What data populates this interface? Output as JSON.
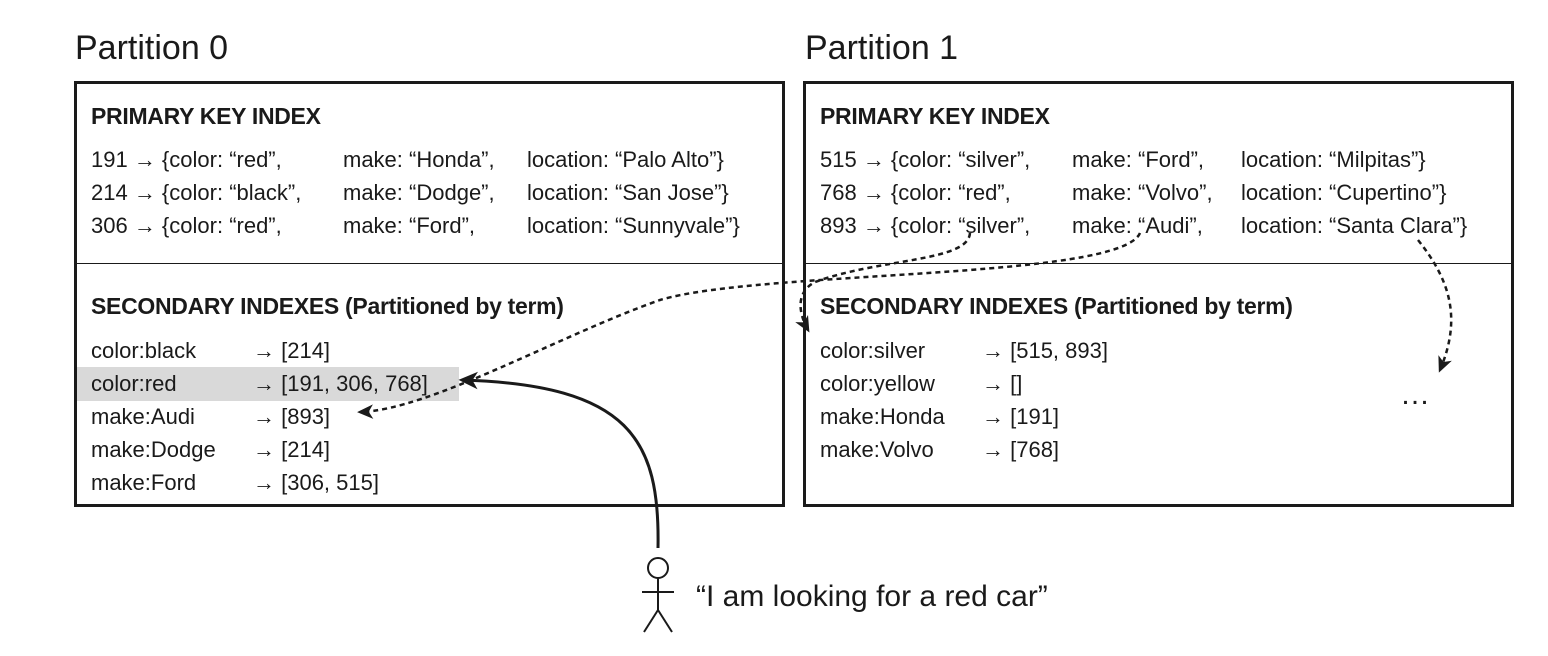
{
  "partitions": [
    {
      "title": "Partition 0",
      "primary_heading": "PRIMARY KEY INDEX",
      "primary_rows": [
        {
          "key": "191 → {color: “red”,",
          "make": "make: “Honda”,",
          "loc": "location: “Palo Alto”}"
        },
        {
          "key": "214 → {color: “black”,",
          "make": "make: “Dodge”,",
          "loc": "location: “San Jose”}"
        },
        {
          "key": "306 → {color: “red”,",
          "make": "make: “Ford”,",
          "loc": "location: “Sunnyvale”}"
        }
      ],
      "secondary_heading": "SECONDARY INDEXES (Partitioned by term)",
      "secondary_rows": [
        {
          "term": "color:black",
          "ids": "→ [214]"
        },
        {
          "term": "color:red",
          "ids": "→ [191, 306, 768]"
        },
        {
          "term": "make:Audi",
          "ids": "→ [893]"
        },
        {
          "term": "make:Dodge",
          "ids": "→ [214]"
        },
        {
          "term": "make:Ford",
          "ids": "→ [306, 515]"
        }
      ]
    },
    {
      "title": "Partition 1",
      "primary_heading": "PRIMARY KEY INDEX",
      "primary_rows": [
        {
          "key": "515 → {color: “silver”,",
          "make": "make: “Ford”,",
          "loc": "location: “Milpitas”}"
        },
        {
          "key": "768 → {color: “red”,",
          "make": "make: “Volvo”,",
          "loc": "location: “Cupertino”}"
        },
        {
          "key": "893 → {color: “silver”,",
          "make": "make: “Audi”,",
          "loc": "location: “Santa Clara”}"
        }
      ],
      "secondary_heading": "SECONDARY INDEXES (Partitioned by term)",
      "secondary_rows": [
        {
          "term": "color:silver",
          "ids": "→ [515, 893]"
        },
        {
          "term": "color:yellow",
          "ids": "→ []"
        },
        {
          "term": "make:Honda",
          "ids": "→ [191]"
        },
        {
          "term": "make:Volvo",
          "ids": "→ [768]"
        }
      ],
      "ellipsis": "…"
    }
  ],
  "highlighted_term": "color:red",
  "user": {
    "icon": "person-icon",
    "quote": "“I am looking for a red car”"
  },
  "colors": {
    "line": "#1a1a1a",
    "highlight": "#d9d9d9"
  }
}
